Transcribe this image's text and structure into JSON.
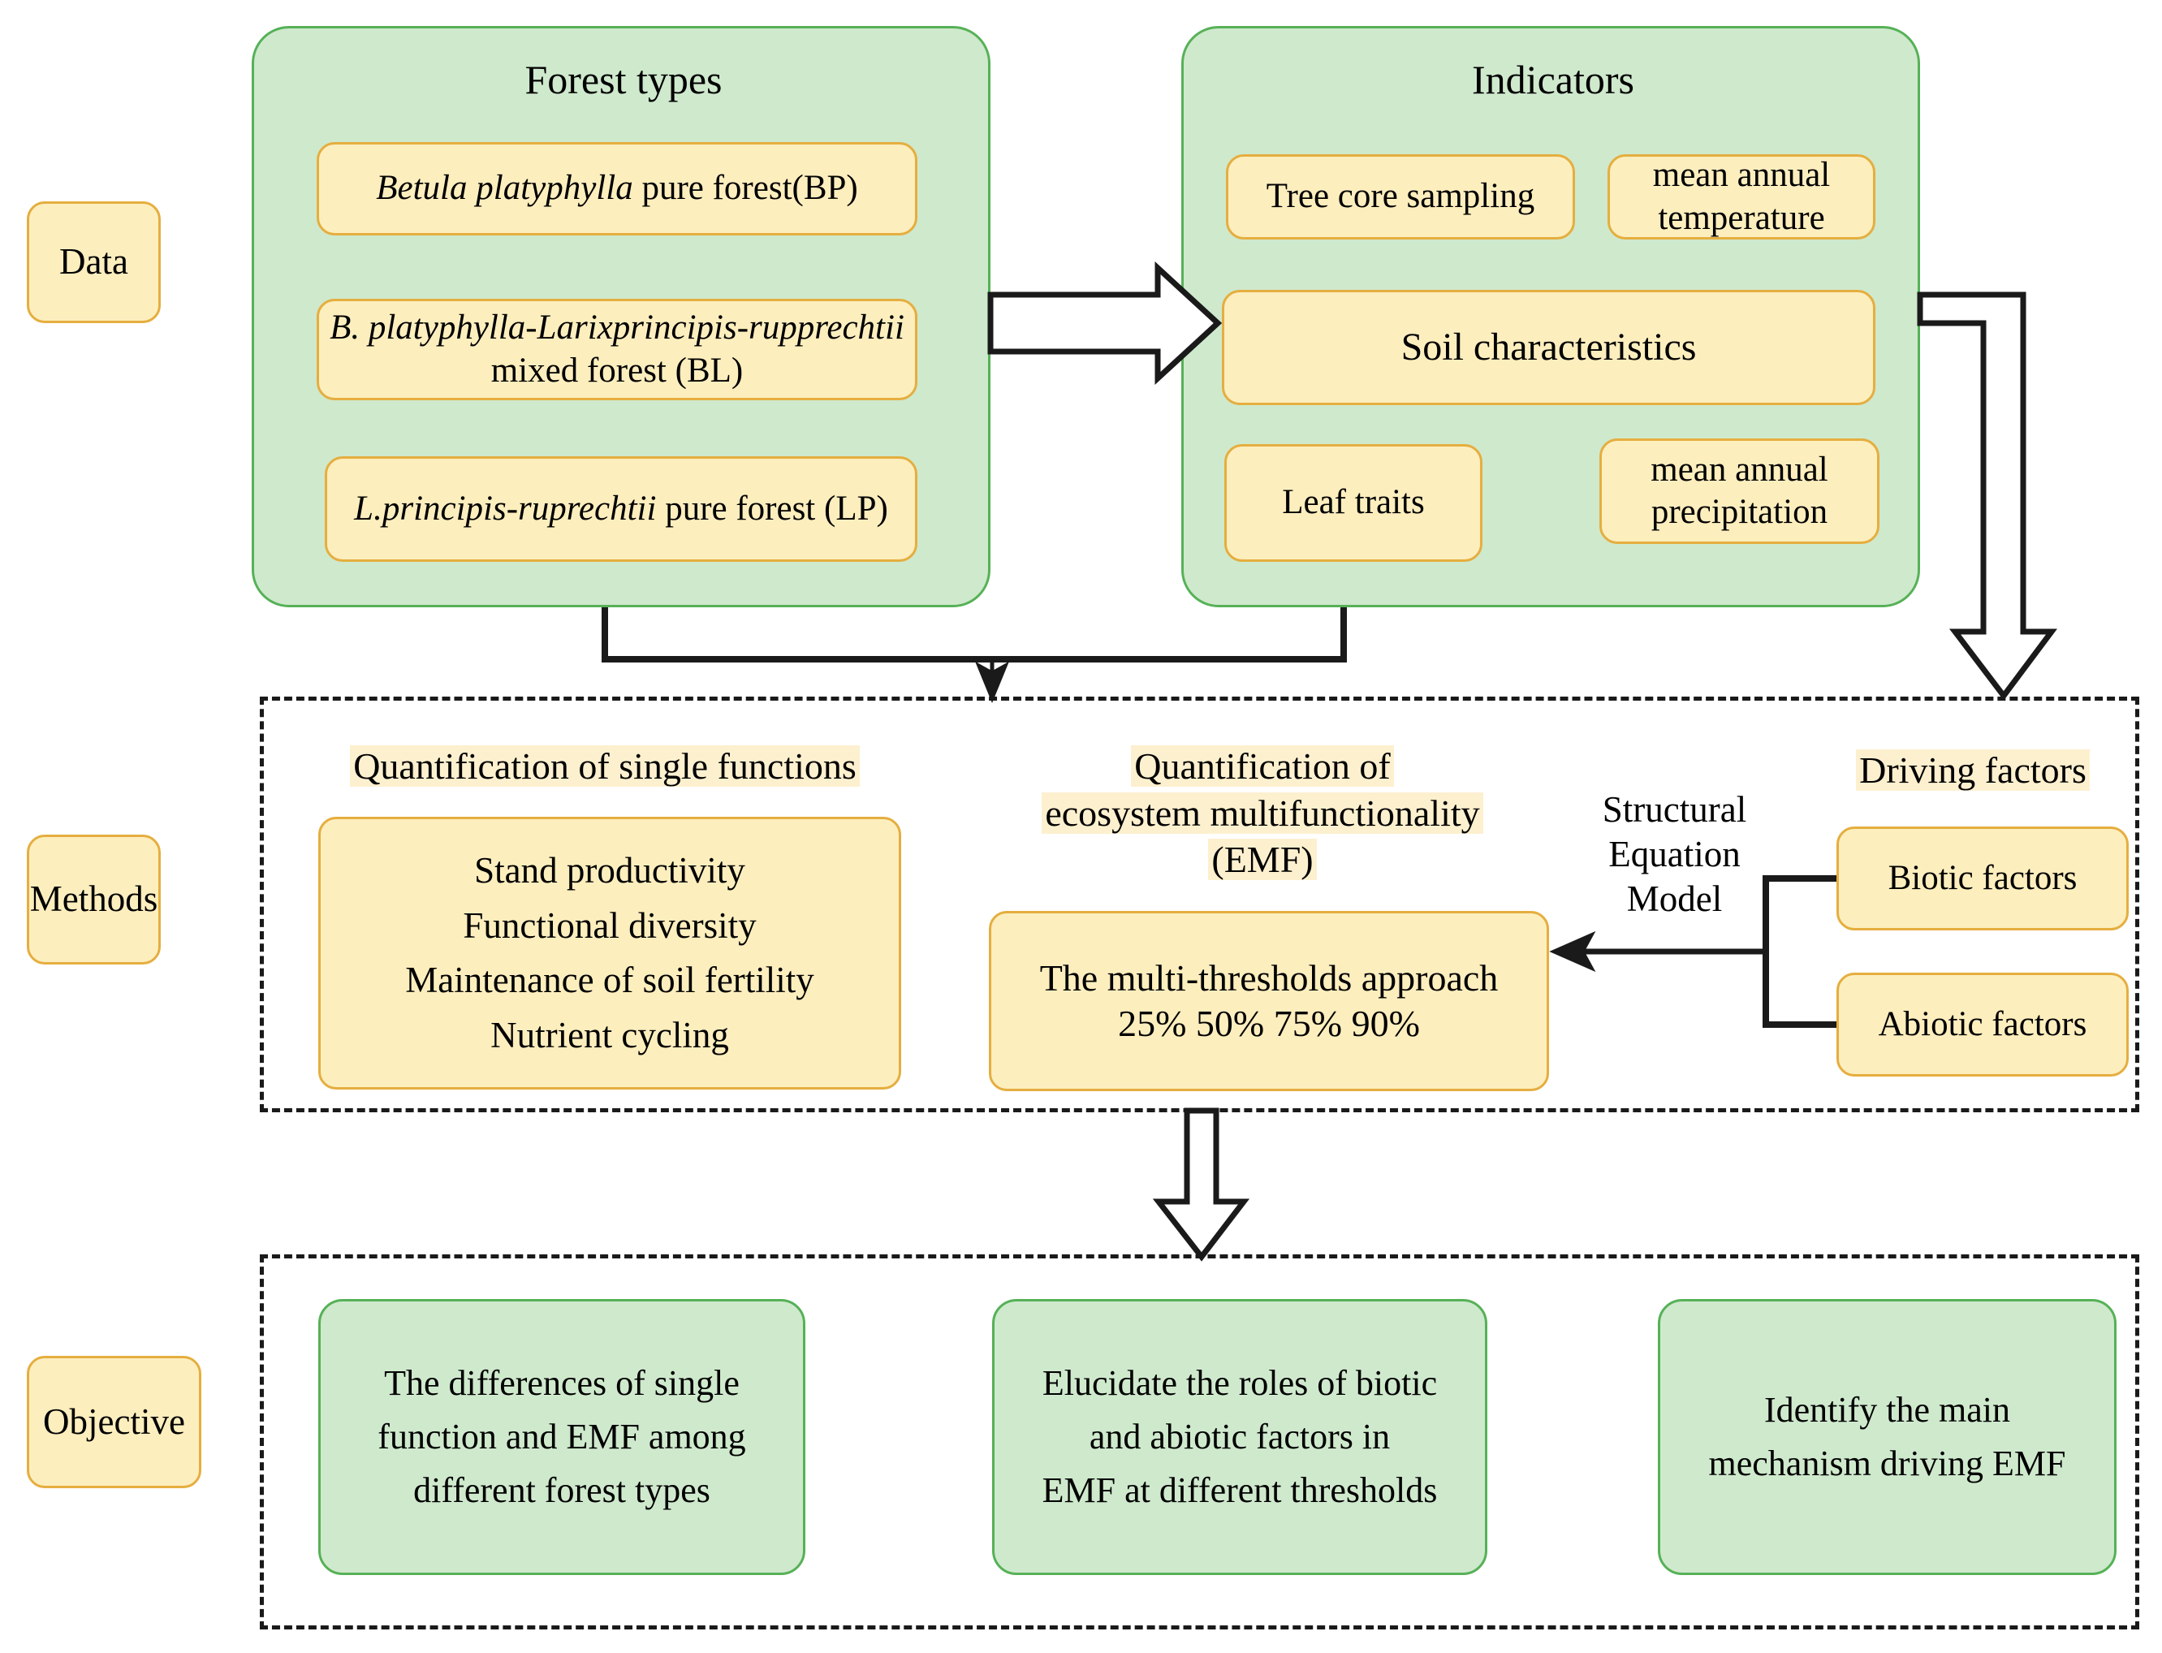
{
  "stages": {
    "data": "Data",
    "methods": "Methods",
    "objective": "Objective"
  },
  "forest_types": {
    "title": "Forest types",
    "items": [
      {
        "italic": "Betula platyphylla",
        "rest": " pure forest(BP)"
      },
      {
        "italic": "B. platyphylla-Larixprincipis-rupprechtii",
        "rest": " mixed forest (BL)"
      },
      {
        "italic": "L.principis-ruprechtii",
        "rest": " pure forest (LP)"
      }
    ]
  },
  "indicators": {
    "title": "Indicators",
    "tree_core": "Tree core sampling",
    "mean_annual_temperature": "mean annual\ntemperature",
    "soil_characteristics": "Soil  characteristics",
    "leaf_traits": "Leaf traits",
    "mean_annual_precipitation": "mean annual\nprecipitation"
  },
  "methods": {
    "single_functions_title": "Quantification of single functions",
    "single_functions_list": "Stand productivity\nFunctional diversity\nMaintenance of soil fertility\nNutrient cycling",
    "emf_title_line1": "Quantification of",
    "emf_title_line2": "ecosystem multifunctionality",
    "emf_title_line3": "(EMF)",
    "emf_card_line1": "The multi-thresholds approach",
    "emf_card_line2": "25%  50%  75%  90%",
    "sem_label": "Structural\nEquation\nModel",
    "driving_factors_title": "Driving factors",
    "biotic_factors": "Biotic factors",
    "abiotic_factors": "Abiotic factors"
  },
  "objectives": [
    "The differences of single\nfunction and EMF among\ndifferent forest types",
    "Elucidate the roles of biotic\nand abiotic factors in\nEMF at different thresholds",
    "Identify the main\nmechanism driving EMF"
  ],
  "colors": {
    "green_fill": "#cfe9cd",
    "green_border": "#56b157",
    "yellow_fill": "#fdeebe",
    "yellow_border": "#e5ae3f",
    "highlight": "#fdf0cf",
    "line": "#1a1a1a",
    "background": "#ffffff"
  }
}
